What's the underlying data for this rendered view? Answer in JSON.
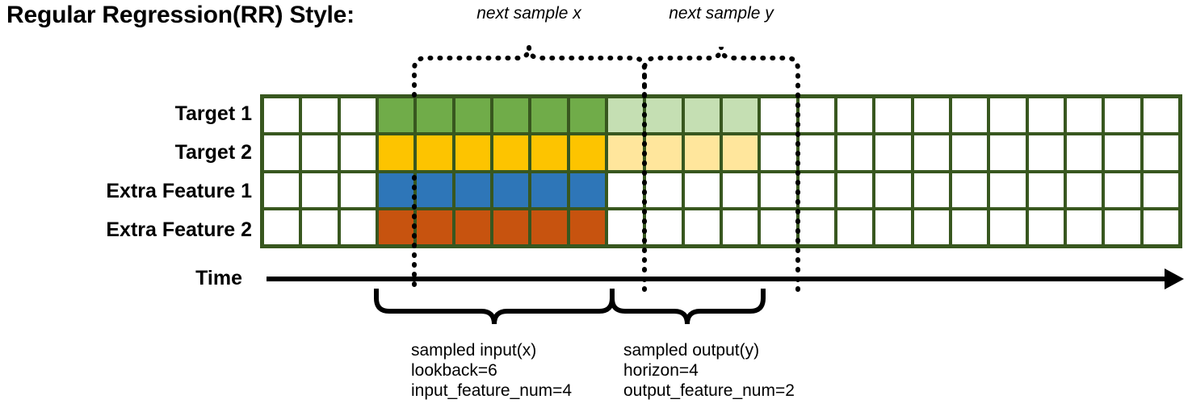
{
  "title": "Regular Regression(RR) Style:",
  "row_labels": [
    "Target 1",
    "Target 2",
    "Extra Feature 1",
    "Extra Feature 2"
  ],
  "time_axis_label": "Time",
  "colors": {
    "grid_border": "#38571F",
    "empty_cell": "#FFFFFF",
    "target1_input": "#70AC49",
    "target2_input": "#FDC400",
    "extra1_input": "#2E76B8",
    "extra2_input": "#C7530F",
    "target1_output": "#C5DFB3",
    "target2_output": "#FFE69C",
    "axis": "#000000"
  },
  "grid": {
    "columns": 24,
    "rows": 4,
    "leading_empty_columns": 3,
    "input_columns": 6,
    "output_columns": 4,
    "trailing_empty_columns": 11,
    "row_fills": [
      [
        "empty",
        "empty",
        "empty",
        "target1_input",
        "target1_input",
        "target1_input",
        "target1_input",
        "target1_input",
        "target1_input",
        "target1_output",
        "target1_output",
        "target1_output",
        "target1_output",
        "empty",
        "empty",
        "empty",
        "empty",
        "empty",
        "empty",
        "empty",
        "empty",
        "empty",
        "empty",
        "empty"
      ],
      [
        "empty",
        "empty",
        "empty",
        "target2_input",
        "target2_input",
        "target2_input",
        "target2_input",
        "target2_input",
        "target2_input",
        "target2_output",
        "target2_output",
        "target2_output",
        "target2_output",
        "empty",
        "empty",
        "empty",
        "empty",
        "empty",
        "empty",
        "empty",
        "empty",
        "empty",
        "empty",
        "empty"
      ],
      [
        "empty",
        "empty",
        "empty",
        "extra1_input",
        "extra1_input",
        "extra1_input",
        "extra1_input",
        "extra1_input",
        "extra1_input",
        "empty",
        "empty",
        "empty",
        "empty",
        "empty",
        "empty",
        "empty",
        "empty",
        "empty",
        "empty",
        "empty",
        "empty",
        "empty",
        "empty",
        "empty"
      ],
      [
        "empty",
        "empty",
        "empty",
        "extra2_input",
        "extra2_input",
        "extra2_input",
        "extra2_input",
        "extra2_input",
        "extra2_input",
        "empty",
        "empty",
        "empty",
        "empty",
        "empty",
        "empty",
        "empty",
        "empty",
        "empty",
        "empty",
        "empty",
        "empty",
        "empty",
        "empty",
        "empty"
      ]
    ]
  },
  "top_braces": [
    {
      "label": "next sample x"
    },
    {
      "label": "next sample y"
    }
  ],
  "bottom_annotations": [
    {
      "line1": "sampled input(x)",
      "line2": "lookback=6",
      "line3": "input_feature_num=4"
    },
    {
      "line1": "sampled output(y)",
      "line2": "horizon=4",
      "line3": "output_feature_num=2"
    }
  ]
}
